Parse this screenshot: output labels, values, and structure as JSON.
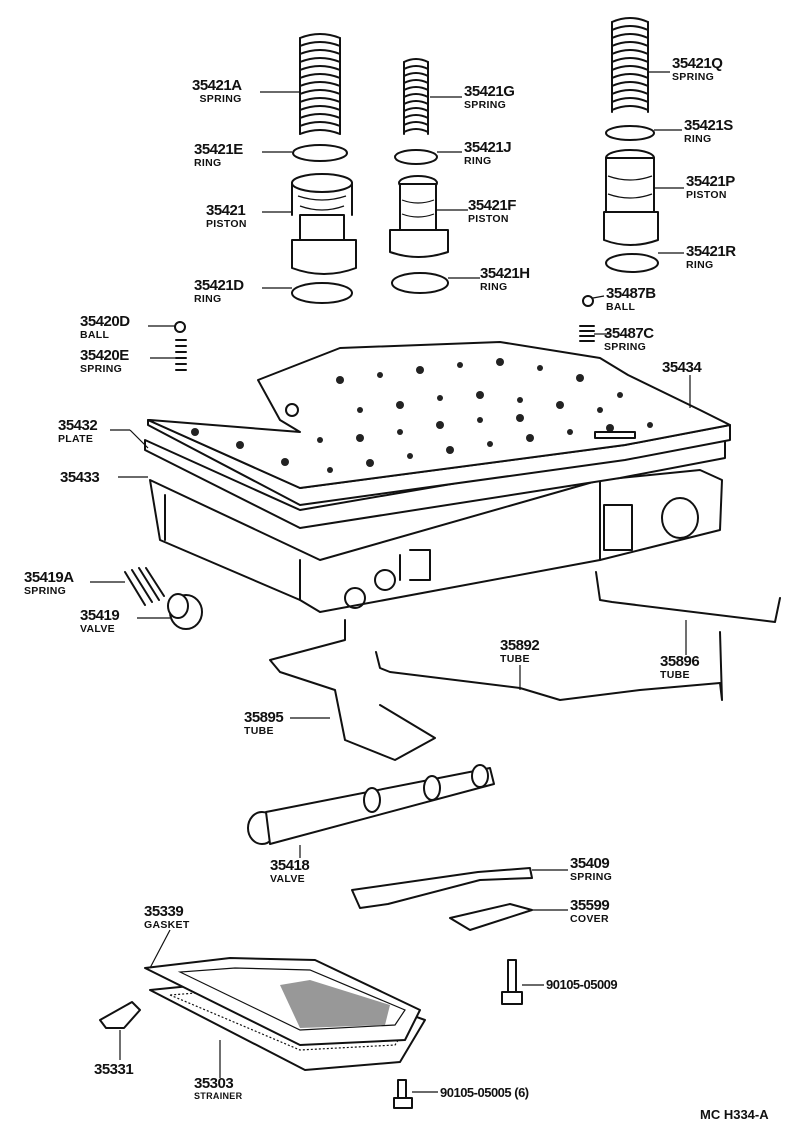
{
  "labels": [
    {
      "id": "35421A",
      "num": "35421A",
      "sub": "SPRING"
    },
    {
      "id": "35421E",
      "num": "35421E",
      "sub": "RING"
    },
    {
      "id": "35421",
      "num": "35421",
      "sub": "PISTON"
    },
    {
      "id": "35421D",
      "num": "35421D",
      "sub": "RING"
    },
    {
      "id": "35421G",
      "num": "35421G",
      "sub": "SPRING"
    },
    {
      "id": "35421J",
      "num": "35421J",
      "sub": "RING"
    },
    {
      "id": "35421F",
      "num": "35421F",
      "sub": "PISTON"
    },
    {
      "id": "35421H",
      "num": "35421H",
      "sub": "RING"
    },
    {
      "id": "35421Q",
      "num": "35421Q",
      "sub": "SPRING"
    },
    {
      "id": "35421S",
      "num": "35421S",
      "sub": "RING"
    },
    {
      "id": "35421P",
      "num": "35421P",
      "sub": "PISTON"
    },
    {
      "id": "35421R",
      "num": "35421R",
      "sub": "RING"
    },
    {
      "id": "35487B",
      "num": "35487B",
      "sub": "BALL"
    },
    {
      "id": "35487C",
      "num": "35487C",
      "sub": "SPRING"
    },
    {
      "id": "35420D",
      "num": "35420D",
      "sub": "BALL"
    },
    {
      "id": "35420E",
      "num": "35420E",
      "sub": "SPRING"
    },
    {
      "id": "35434",
      "num": "35434",
      "sub": ""
    },
    {
      "id": "35432",
      "num": "35432",
      "sub": "PLATE"
    },
    {
      "id": "35433",
      "num": "35433",
      "sub": ""
    },
    {
      "id": "35419A",
      "num": "35419A",
      "sub": "SPRING"
    },
    {
      "id": "35419",
      "num": "35419",
      "sub": "VALVE"
    },
    {
      "id": "35892",
      "num": "35892",
      "sub": "TUBE"
    },
    {
      "id": "35896",
      "num": "35896",
      "sub": "TUBE"
    },
    {
      "id": "35895",
      "num": "35895",
      "sub": "TUBE"
    },
    {
      "id": "35418",
      "num": "35418",
      "sub": "VALVE"
    },
    {
      "id": "35409",
      "num": "35409",
      "sub": "SPRING"
    },
    {
      "id": "35599",
      "num": "35599",
      "sub": "COVER"
    },
    {
      "id": "35339",
      "num": "35339",
      "sub": "GASKET"
    },
    {
      "id": "90105-05009",
      "num": "90105-05009",
      "sub": ""
    },
    {
      "id": "35331",
      "num": "35331",
      "sub": ""
    },
    {
      "id": "35303",
      "num": "35303",
      "sub": "STRAINER"
    },
    {
      "id": "90105-05005",
      "num": "90105-05005 (6)",
      "sub": ""
    }
  ],
  "drawing_code": "MC H334-A"
}
